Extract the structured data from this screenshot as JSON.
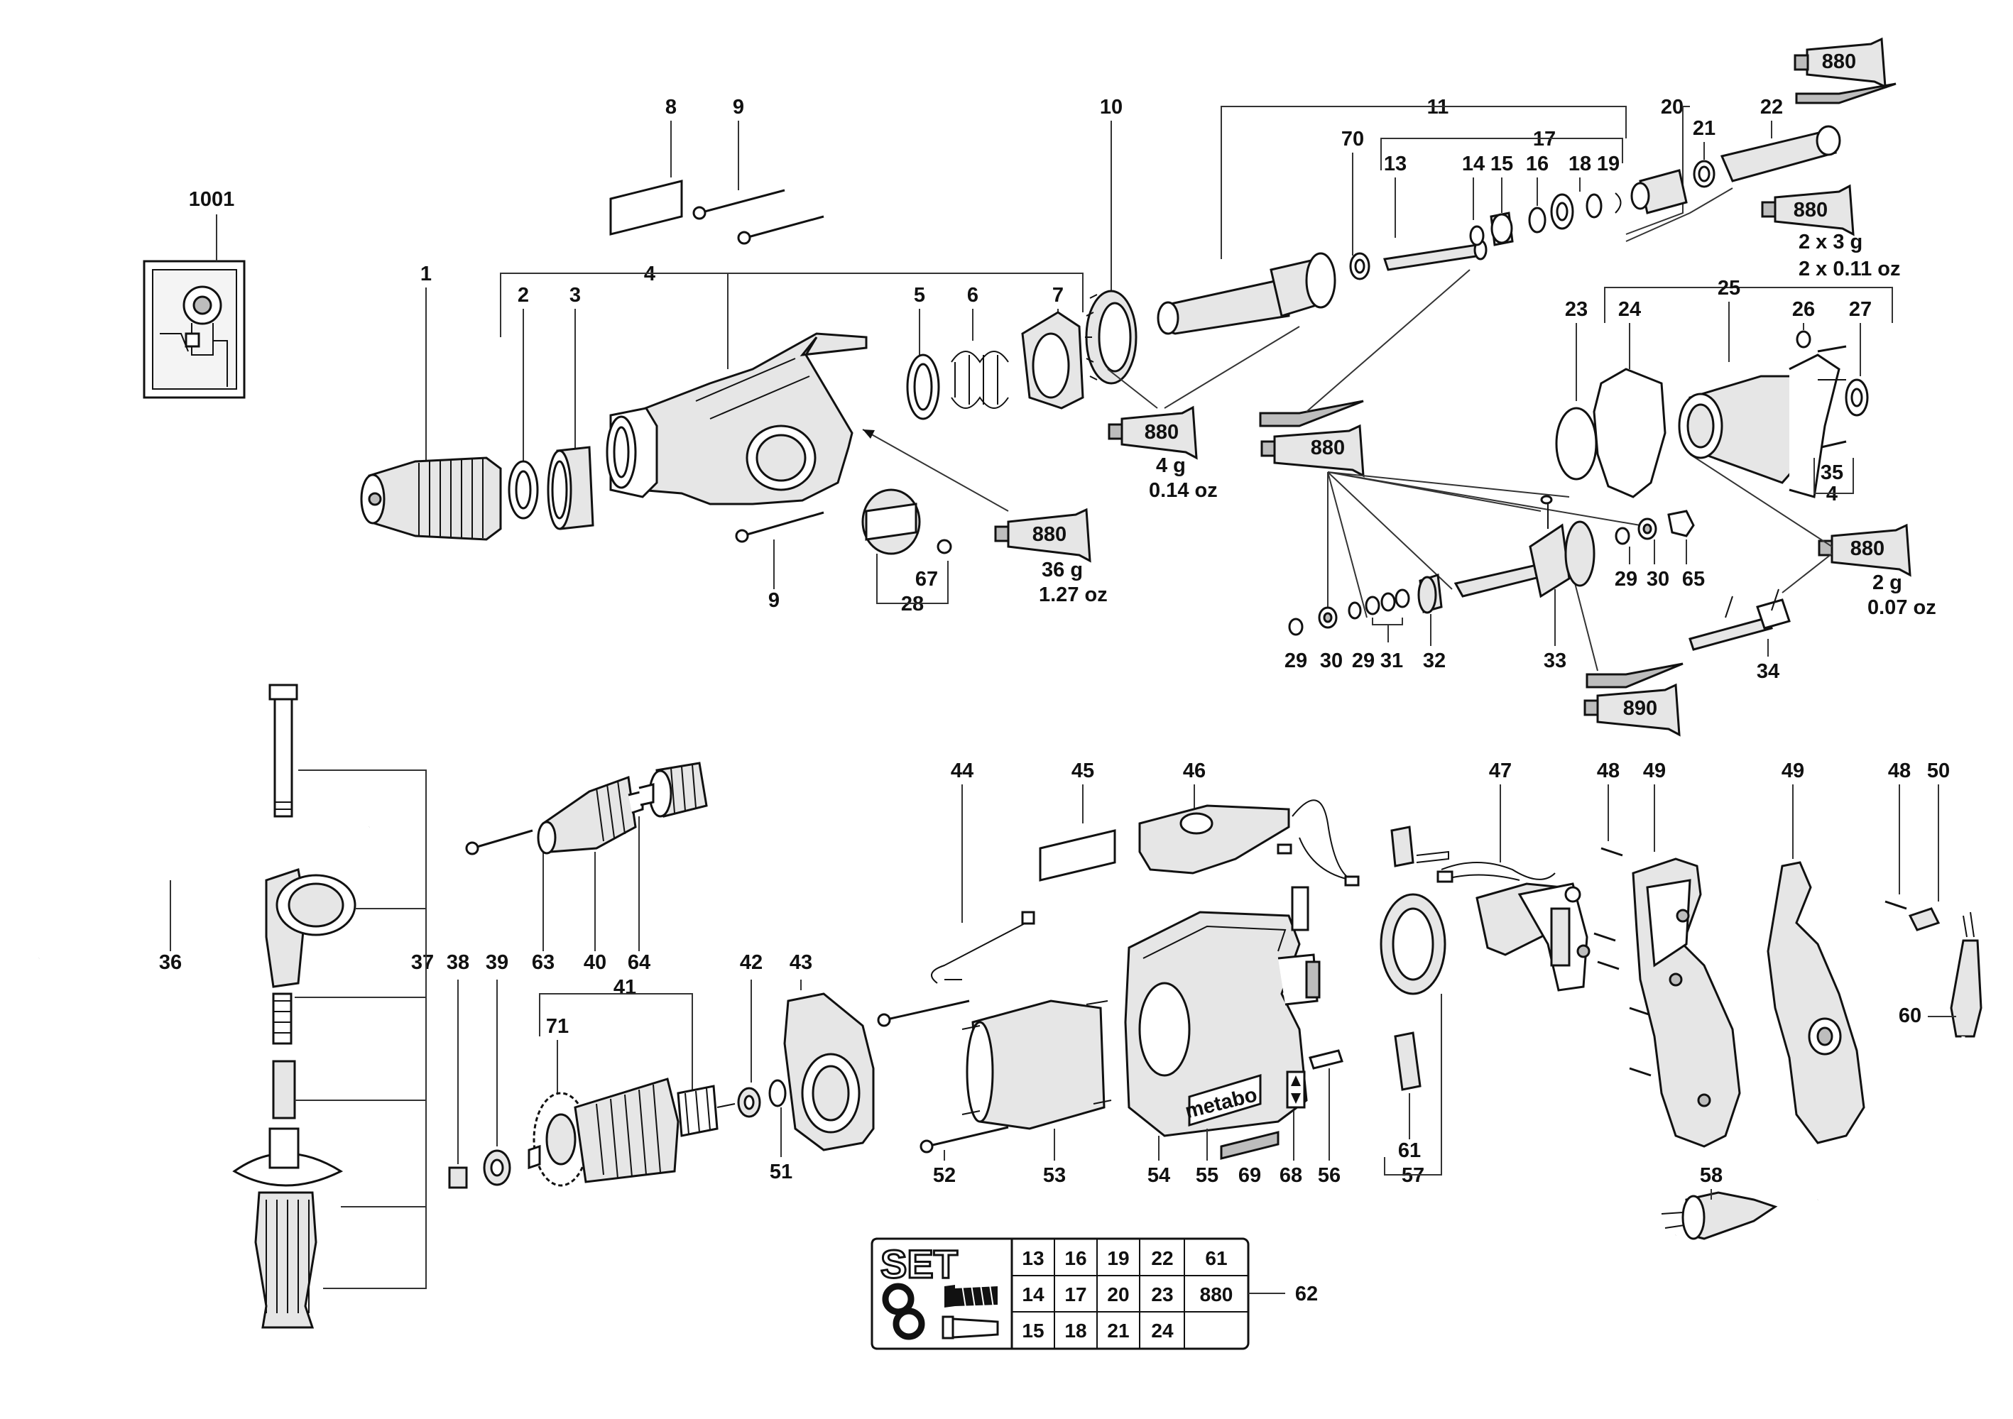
{
  "callouts": {
    "c1001": "1001",
    "c1": "1",
    "c2": "2",
    "c3": "3",
    "c4": "4",
    "c5": "5",
    "c6": "6",
    "c7": "7",
    "c8": "8",
    "c9a": "9",
    "c9b": "9",
    "c10": "10",
    "c11": "11",
    "c13": "13",
    "c14": "14",
    "c15": "15",
    "c16": "16",
    "c17": "17",
    "c18": "18",
    "c19": "19",
    "c20": "20",
    "c21": "21",
    "c22": "22",
    "c23": "23",
    "c24": "24",
    "c25": "25",
    "c26": "26",
    "c27": "27",
    "c28": "28",
    "c29a": "29",
    "c29b": "29",
    "c29c": "29",
    "c30a": "30",
    "c30b": "30",
    "c31": "31",
    "c32": "32",
    "c33": "33",
    "c34": "34",
    "c35": "35",
    "c35sub": "4",
    "c36": "36",
    "c37": "37",
    "c38": "38",
    "c39": "39",
    "c40": "40",
    "c41": "41",
    "c42": "42",
    "c43": "43",
    "c44": "44",
    "c45": "45",
    "c46": "46",
    "c47": "47",
    "c48a": "48",
    "c48b": "48",
    "c49a": "49",
    "c49b": "49",
    "c50": "50",
    "c51": "51",
    "c52": "52",
    "c53": "53",
    "c54": "54",
    "c55": "55",
    "c56": "56",
    "c57": "57",
    "c58": "58",
    "c60": "60",
    "c61": "61",
    "c62": "62",
    "c63": "63",
    "c64": "64",
    "c65": "65",
    "c67": "67",
    "c68": "68",
    "c69": "69",
    "c70": "70",
    "c71": "71"
  },
  "grease_tubes": [
    {
      "code": "880",
      "qty": "",
      "qty2": ""
    },
    {
      "code": "880",
      "qty": "2 x 3 g",
      "qty2": "2 x 0.11 oz"
    },
    {
      "code": "880",
      "qty": "4 g",
      "qty2": "0.14 oz"
    },
    {
      "code": "880",
      "qty": "",
      "qty2": ""
    },
    {
      "code": "880",
      "qty": "36 g",
      "qty2": "1.27 oz"
    },
    {
      "code": "880",
      "qty": "2 g",
      "qty2": "0.07 oz"
    },
    {
      "code": "890",
      "qty": "",
      "qty2": ""
    }
  ],
  "brand_label": "metabo",
  "set_table": {
    "title": "SET",
    "rows": [
      [
        "13",
        "16",
        "19",
        "22",
        "61"
      ],
      [
        "14",
        "17",
        "20",
        "23",
        "880"
      ],
      [
        "15",
        "18",
        "21",
        "24",
        ""
      ]
    ]
  }
}
